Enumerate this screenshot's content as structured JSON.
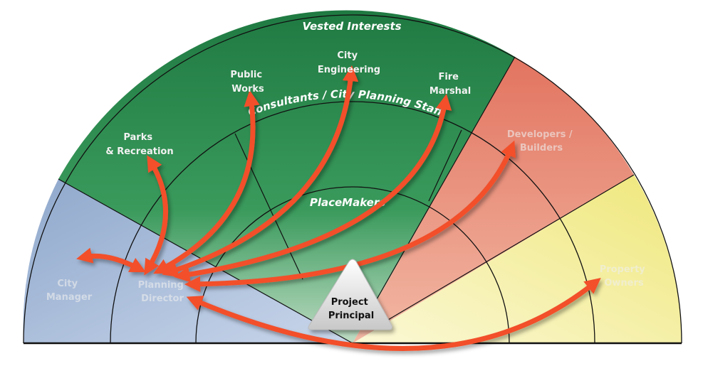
{
  "rings": {
    "outer": "Vested Interests",
    "middle": "Consultants / City Planning Staff",
    "inner": "PlaceMakers"
  },
  "nodes": {
    "city_manager": [
      "City",
      "Manager"
    ],
    "planning_director": [
      "Planning",
      "Director"
    ],
    "parks": [
      "Parks",
      "& Recreation"
    ],
    "public_works": [
      "Public",
      "Works"
    ],
    "city_engineering": [
      "City",
      "Engineering"
    ],
    "fire_marshal": [
      "Fire",
      "Marshal"
    ],
    "developers": [
      "Developers /",
      "Builders"
    ],
    "property_owners": [
      "Property",
      "Owners"
    ],
    "project_principal": [
      "Project",
      "Principal"
    ]
  },
  "colors": {
    "blue_sector": "#9fb5d4",
    "green_sector": "#2f8a4f",
    "red_sector": "#e98672",
    "yellow_sector": "#f4ef9d",
    "arrow": "#f2502a"
  }
}
